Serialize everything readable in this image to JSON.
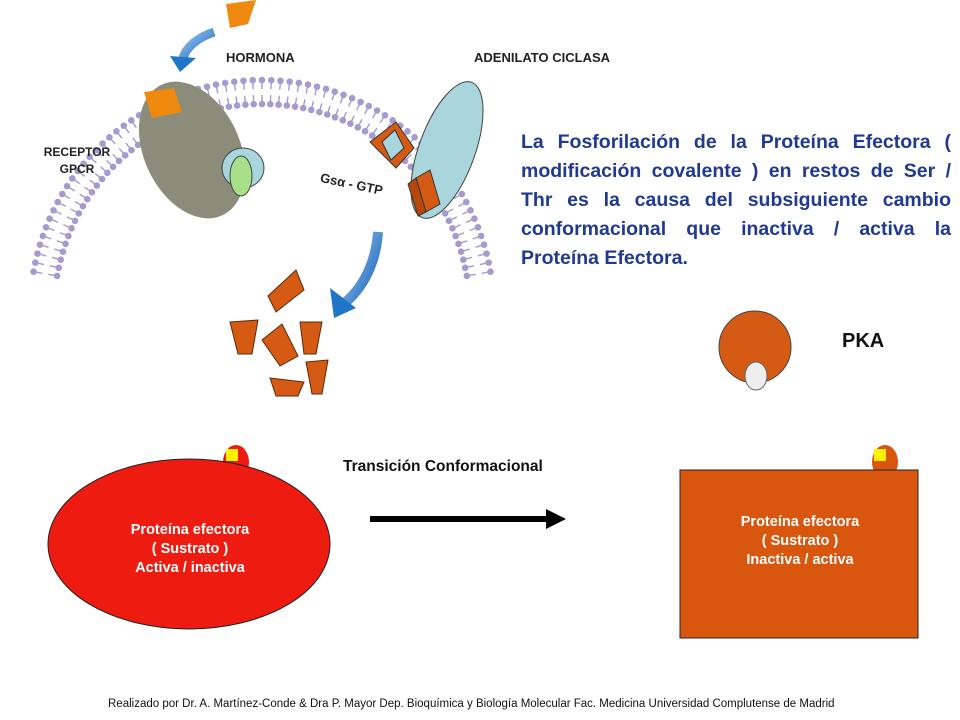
{
  "labels": {
    "hormone": "HORMONA",
    "adenylate_cyclase": "ADENILATO CICLASA",
    "receptor_line1": "RECEPTOR",
    "receptor_line2": "GPCR",
    "gs_prefix": "Gs",
    "gs_alpha": "α",
    "gs_suffix": " - GTP",
    "pka": "PKA",
    "transition": "Transición Conformacional"
  },
  "main_text": "La Fosforilación de la Proteína Efectora ( modificación covalente ) en restos de Ser / Thr es la causa del subsiguiente cambio conformacional que inactiva / activa la Proteína Efectora.",
  "left_protein": {
    "line1": "Proteína efectora",
    "line2": "( Sustrato )",
    "line3": "Activa / inactiva"
  },
  "right_protein": {
    "line1": "Proteína efectora",
    "line2": "( Sustrato )",
    "line3": "Inactiva / activa"
  },
  "credit": "Realizado por Dr. A. Martínez-Conde & Dra P. Mayor Dep. Bioquímica y Biología Molecular Fac. Medicina Universidad Complutense de Madrid",
  "colors": {
    "hormone": "#f08a0e",
    "camp": "#d55b14",
    "membrane": "#a59bd0",
    "receptor": "#8c8c7a",
    "adenylate_cyclase": "#a8d6dc",
    "g_protein_small": "#a8e08a",
    "text_blue": "#1f3a8f",
    "left_protein": "#ee1c10",
    "right_protein": "#d9560e",
    "phosphate": "#fff200",
    "arrow_blue": "#1f76c8"
  }
}
